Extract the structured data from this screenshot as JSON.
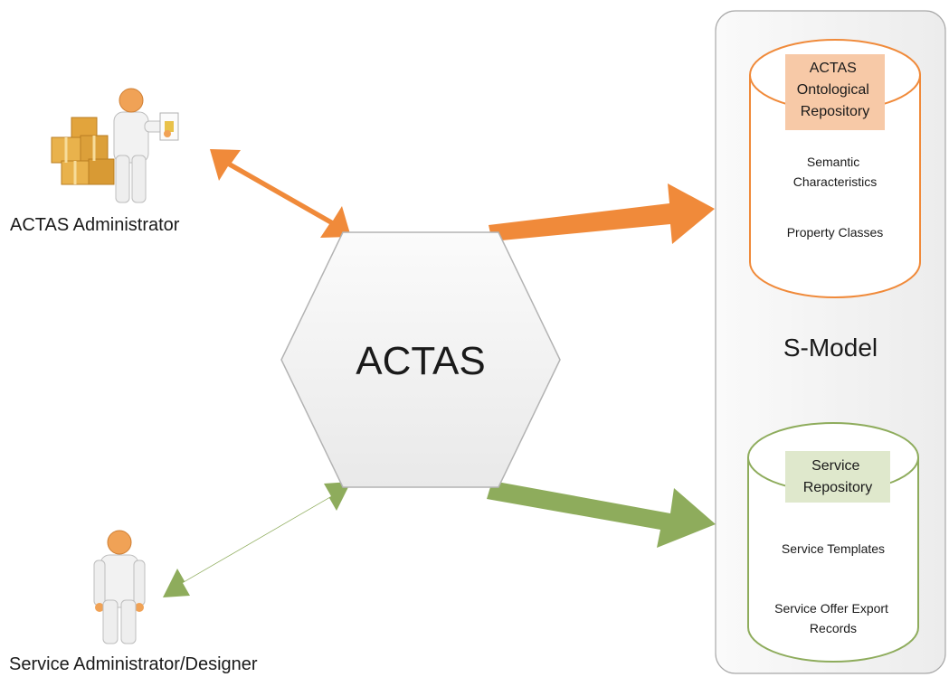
{
  "colors": {
    "orange": "#f08a3a",
    "orange_light": "#f7c9a7",
    "green": "#8eac5c",
    "green_light": "#dfe8cc",
    "hexagon_fill": "#f2f2f2",
    "panel_fill": "#f3f3f3",
    "skin": "#f0a256",
    "box": "#e2a43c"
  },
  "center": {
    "label": "ACTAS"
  },
  "actors": {
    "admin": {
      "label": "ACTAS Administrator",
      "icon": "administrator-with-packages-icon"
    },
    "designer": {
      "label": "Service Administrator/Designer",
      "icon": "person-icon"
    }
  },
  "panel": {
    "title": "S-Model"
  },
  "repositories": {
    "ontological": {
      "title_lines": [
        "ACTAS",
        "Ontological",
        "Repository"
      ],
      "items": [
        [
          "Semantic",
          "Characteristics"
        ],
        [
          "Property Classes"
        ]
      ]
    },
    "service": {
      "title_lines": [
        "Service",
        "Repository"
      ],
      "items": [
        [
          "Service Templates"
        ],
        [
          "Service Offer Export",
          "Records"
        ]
      ]
    }
  }
}
